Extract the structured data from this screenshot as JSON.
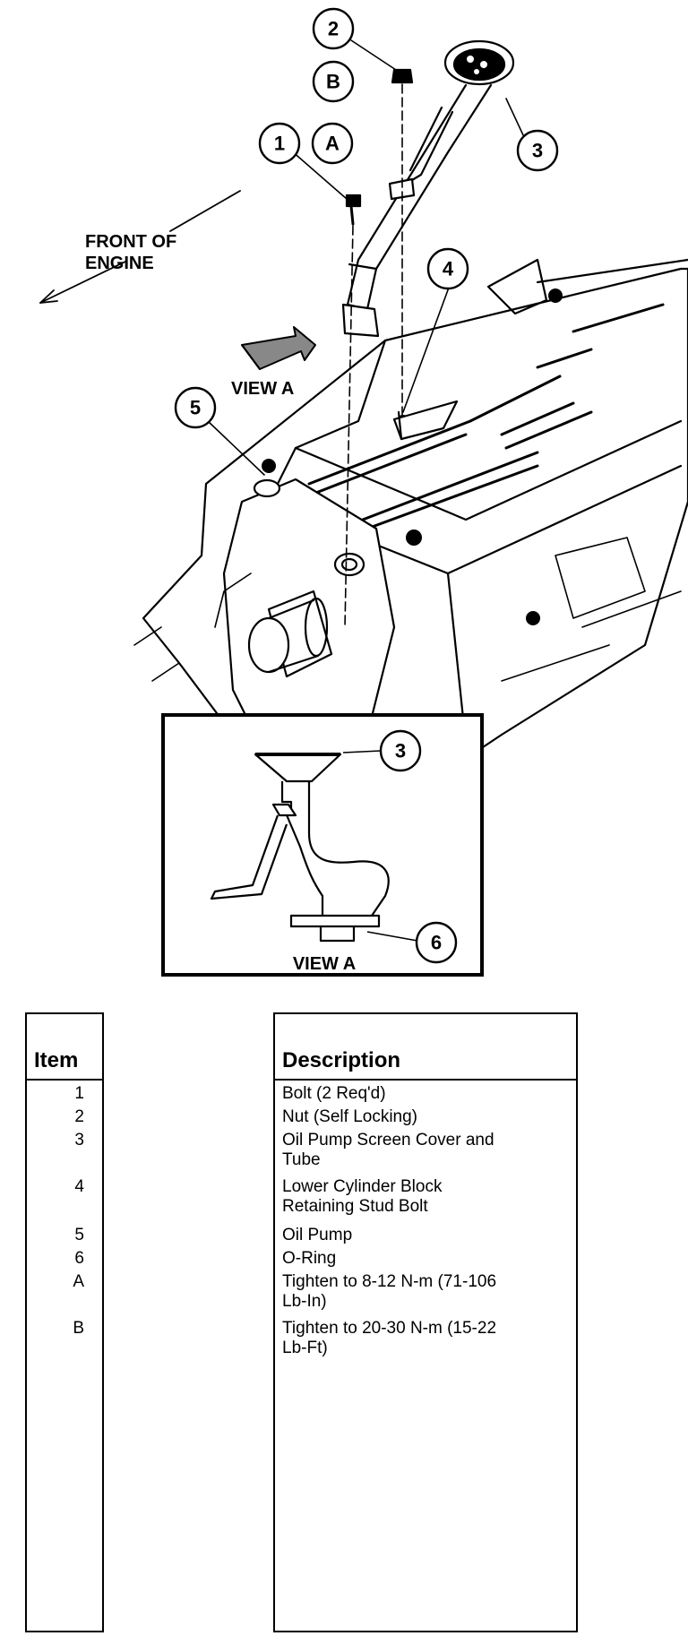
{
  "callouts": {
    "n1": "1",
    "n2": "2",
    "n3": "3",
    "n4": "4",
    "n5": "5",
    "n6": "6",
    "a": "A",
    "b": "B"
  },
  "labels": {
    "front_line1": "FRONT OF",
    "front_line2": "ENGINE",
    "view_a_main": "VIEW A",
    "view_a_inset": "VIEW A"
  },
  "legend": {
    "item_header": "Item",
    "description_header": "Description",
    "rows": [
      {
        "item": "1",
        "lines": [
          "Bolt (2 Req'd)"
        ]
      },
      {
        "item": "2",
        "lines": [
          "Nut (Self Locking)"
        ]
      },
      {
        "item": "3",
        "lines": [
          "Oil Pump Screen Cover and",
          "Tube"
        ]
      },
      {
        "item": "4",
        "lines": [
          "Lower Cylinder Block",
          "Retaining Stud Bolt"
        ]
      },
      {
        "item": "5",
        "lines": [
          "Oil Pump"
        ]
      },
      {
        "item": "6",
        "lines": [
          "O-Ring"
        ]
      },
      {
        "item": "A",
        "lines": [
          "Tighten to 8-12 N-m (71-106",
          "Lb-In)"
        ]
      },
      {
        "item": "B",
        "lines": [
          "Tighten to 20-30 N-m (15-22",
          "Lb-Ft)"
        ]
      }
    ]
  }
}
